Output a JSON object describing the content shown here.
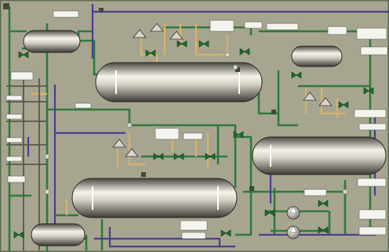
{
  "window": {
    "title": ""
  },
  "colors": {
    "background": "#a7a590",
    "panel_dark": "#6f6f5e",
    "pipe_green": "#2f7a3c",
    "pipe_purple": "#4a3f8c",
    "pipe_tan": "#d8b46a",
    "valve_green": "#1f6b2e",
    "tag_bg": "#ffffff"
  },
  "vessels": [
    {
      "id": "top-left-drum",
      "label": ""
    },
    {
      "id": "upper-center-drum",
      "label": ""
    },
    {
      "id": "right-small-drum",
      "label": ""
    },
    {
      "id": "right-large-drum",
      "label": ""
    },
    {
      "id": "lower-center-drum",
      "label": ""
    },
    {
      "id": "bottom-left-drum",
      "label": ""
    }
  ],
  "pumps": [
    {
      "id": "pump-1",
      "label": ""
    },
    {
      "id": "pump-2",
      "label": ""
    }
  ],
  "instruments": {
    "readout_text": ""
  },
  "icons": [
    "valve-icon",
    "pump-icon",
    "vessel-icon",
    "control-valve-icon"
  ]
}
